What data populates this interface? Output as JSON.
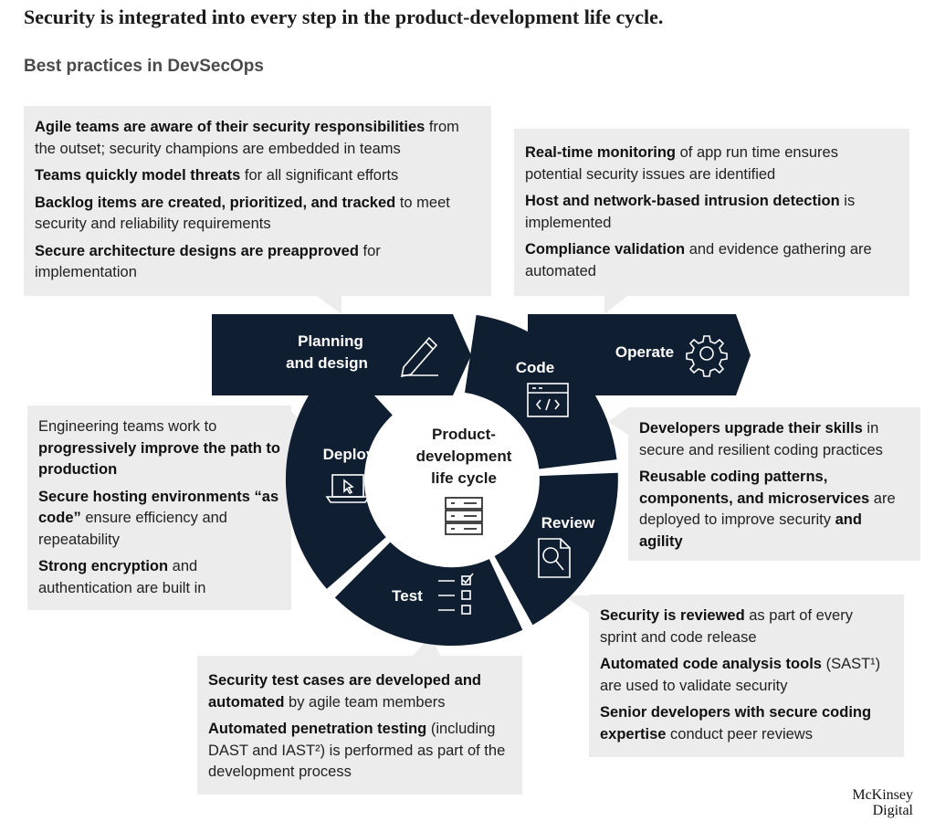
{
  "headline": "Security is integrated into every step in the product-development life cycle.",
  "subhead": "Best practices in DevSecOps",
  "center": {
    "line1": "Product-",
    "line2": "development",
    "line3": "life cycle",
    "icon": "server-rack-icon"
  },
  "stages": {
    "planning": {
      "line1": "Planning",
      "line2": "and design",
      "icon": "pencil-icon"
    },
    "code": {
      "label": "Code",
      "icon": "code-window-icon"
    },
    "operate": {
      "label": "Operate",
      "icon": "gear-icon"
    },
    "review": {
      "label": "Review",
      "icon": "document-magnifier-icon"
    },
    "test": {
      "label": "Test",
      "icon": "checklist-icon"
    },
    "deploy": {
      "label": "Deploy",
      "icon": "laptop-cursor-icon"
    }
  },
  "boxes": {
    "planning": [
      {
        "bold": "Agile teams are aware of their security responsibilities",
        "rest": " from the outset; security champions are embedded in teams"
      },
      {
        "bold": "Teams quickly model threats",
        "rest": " for all significant efforts"
      },
      {
        "bold": "Backlog items are created, prioritized, and tracked",
        "rest": " to meet security and reliability requirements"
      },
      {
        "bold": "Secure architecture designs are preapproved",
        "rest": " for implementation"
      }
    ],
    "operate": [
      {
        "bold": "Real-time monitoring",
        "rest": " of app run time ensures potential security issues are identified"
      },
      {
        "bold": "Host and network-based intrusion detection",
        "rest": " is implemented"
      },
      {
        "bold": "Compliance validation",
        "rest": " and evidence gathering are automated"
      }
    ],
    "deploy": [
      {
        "plain": "Engineering teams work to ",
        "bold": "progressively improve the path to production"
      },
      {
        "bold": "Secure hosting environments “as code”",
        "rest": " ensure efficiency and repeatability"
      },
      {
        "bold": "Strong encryption",
        "rest": " and authentication are built in"
      }
    ],
    "code": [
      {
        "bold": "Developers upgrade their skills",
        "rest": " in secure and resilient coding practices"
      },
      {
        "bold": "Reusable coding patterns, components, and microservices",
        "rest": " are deployed to improve security",
        "bold2": " and agility"
      }
    ],
    "review": [
      {
        "bold": "Security is reviewed",
        "rest": " as part of every sprint and code release"
      },
      {
        "bold": "Automated code analysis tools",
        "rest": " (SAST¹) are used to validate security"
      },
      {
        "bold": "Senior developers with secure coding expertise",
        "rest": " conduct peer reviews"
      }
    ],
    "test": [
      {
        "bold": "Security test cases are developed and automated",
        "rest": " by agile team members"
      },
      {
        "bold": "Automated penetration testing",
        "rest": " (including DAST and IAST²) is performed as part of the development process"
      }
    ]
  },
  "brand": {
    "line1": "McKinsey",
    "line2": "Digital"
  },
  "colors": {
    "navy": "#0f1e30",
    "box_grey": "#ececec",
    "white": "#ffffff"
  }
}
